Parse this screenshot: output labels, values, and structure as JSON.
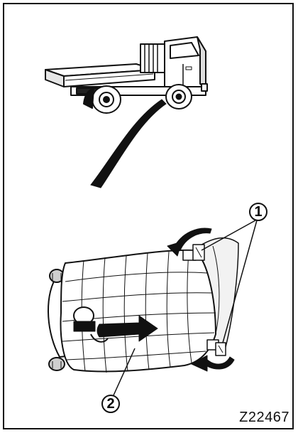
{
  "figure": {
    "reference_code": "Z22467",
    "callouts": [
      {
        "id": "1",
        "label": "1"
      },
      {
        "id": "2",
        "label": "2"
      }
    ],
    "colors": {
      "line": "#111111",
      "background": "#ffffff"
    }
  }
}
